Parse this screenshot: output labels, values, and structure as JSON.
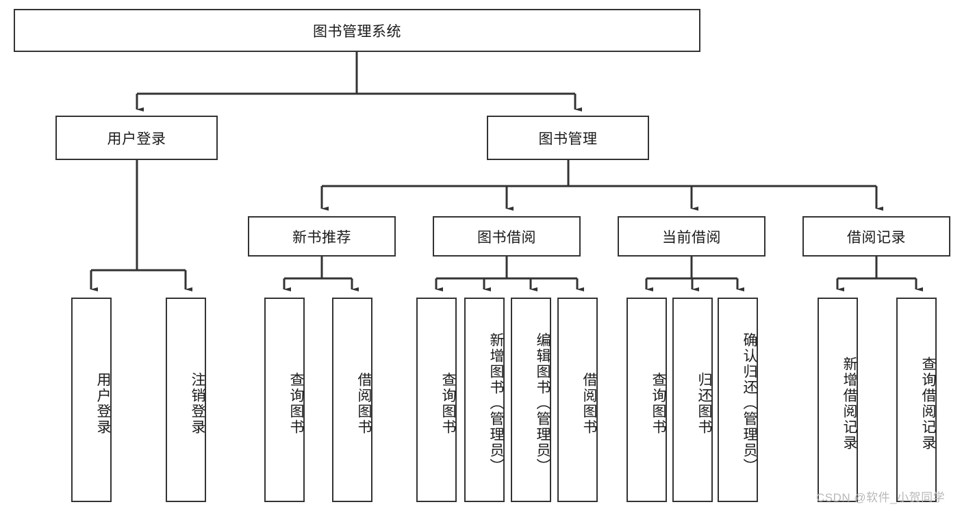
{
  "diagram": {
    "title": "图书管理系统",
    "watermark": "CSDN @软件_小贺同学",
    "line_color": "#333333",
    "box_fill": "#ffffff",
    "text_color": "#1a1a1a",
    "watermark_color": "#b8b8b8",
    "root": {
      "label": "图书管理系统"
    },
    "level2": [
      {
        "label": "用户登录"
      },
      {
        "label": "图书管理"
      }
    ],
    "level3": [
      {
        "label": "新书推荐"
      },
      {
        "label": "图书借阅"
      },
      {
        "label": "当前借阅"
      },
      {
        "label": "借阅记录"
      }
    ],
    "leaves": {
      "user_login": [
        {
          "label": "用户登录"
        },
        {
          "label": "注销登录"
        }
      ],
      "new_book_recommend": [
        {
          "label": "查询图书"
        },
        {
          "label": "借阅图书"
        }
      ],
      "book_borrow": [
        {
          "label": "查询图书"
        },
        {
          "label": "新增图书（管理员）"
        },
        {
          "label": "编辑图书（管理员）"
        },
        {
          "label": "借阅图书"
        }
      ],
      "current_borrow": [
        {
          "label": "查询图书"
        },
        {
          "label": "归还图书"
        },
        {
          "label": "确认归还（管理员）"
        }
      ],
      "borrow_record": [
        {
          "label": "新增借阅记录"
        },
        {
          "label": "查询借阅记录"
        }
      ]
    }
  }
}
